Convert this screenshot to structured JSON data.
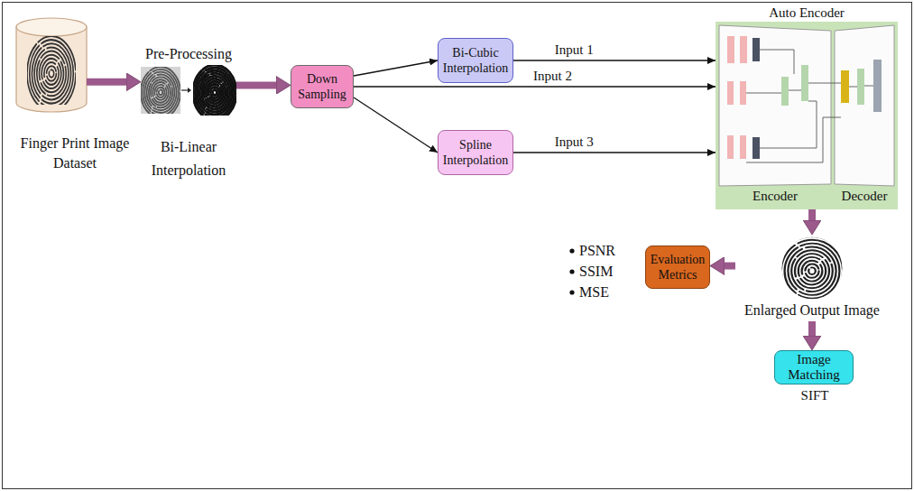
{
  "diagram": {
    "nodes": [
      {
        "text": [
          "Finger Print Image Dataset"
        ]
      },
      {
        "text": [
          "Pre-Processing",
          "Bi-Linear Interpolation"
        ]
      },
      {
        "text": [
          "Down Sampling"
        ]
      },
      {
        "text": [
          "Bi-Cubic Interpolation"
        ]
      },
      {
        "text": [
          "Spline Interpolation"
        ]
      },
      {
        "text": [
          "Auto Encoder"
        ]
      },
      {
        "text": [
          "Encoder"
        ],
        "in": 5
      },
      {
        "text": [
          "Decoder"
        ],
        "in": 5
      },
      {
        "text": [
          "Enlarged Output Image"
        ]
      },
      {
        "text": [
          "Evaluation Metrics"
        ]
      },
      {
        "text": [
          "Image Matching",
          "SIFT"
        ]
      }
    ],
    "edges": [
      {
        "from": 0,
        "to": 1,
        "arrow": "to"
      },
      {
        "from": 1,
        "to": 2,
        "arrow": "to"
      },
      {
        "from": 2,
        "to": 3,
        "arrow": "to"
      },
      {
        "from": 2,
        "to": 5,
        "label": "Input 2",
        "arrow": "to"
      },
      {
        "from": 2,
        "to": 4,
        "arrow": "to"
      },
      {
        "from": 3,
        "to": 5,
        "label": "Input 1",
        "arrow": "to"
      },
      {
        "from": 4,
        "to": 5,
        "label": "Input 3",
        "arrow": "to"
      },
      {
        "from": 5,
        "to": 8,
        "arrow": "to"
      },
      {
        "from": 8,
        "to": 9,
        "arrow": "to"
      },
      {
        "from": 8,
        "to": 10,
        "arrow": "to"
      }
    ],
    "labels": [
      "PSNR",
      "SSIM",
      "MSE"
    ]
  }
}
